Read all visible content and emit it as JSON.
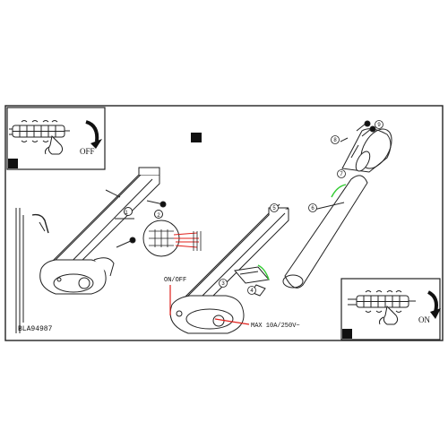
{
  "diagram": {
    "model_code": "BLA94987",
    "switch_label": "ON/OFF",
    "max_rating": "MAX 10A/250V~",
    "inset_top_left": {
      "state_label": "OFF"
    },
    "inset_bottom_right": {
      "state_label": "ON"
    },
    "step_numbers": [
      "1",
      "2",
      "3",
      "4",
      "5",
      "6",
      "7",
      "8",
      "9"
    ],
    "accent_color": "#e0201b",
    "highlight_color": "#33cc33"
  }
}
